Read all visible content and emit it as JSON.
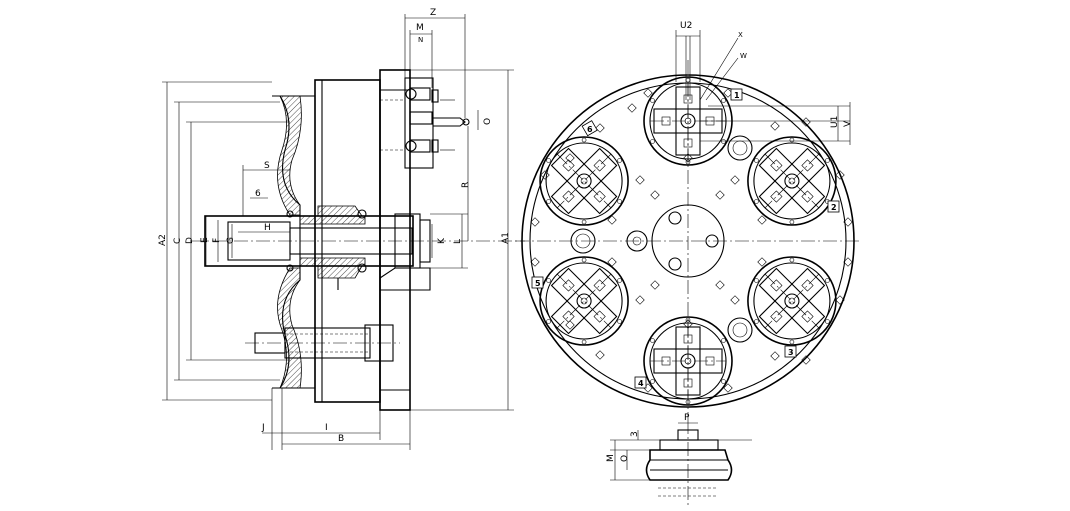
{
  "side_view": {
    "labels": {
      "Z": "Z",
      "M": "M",
      "N": "N",
      "S": "S",
      "six": "6",
      "H": "H",
      "A2": "A2",
      "C": "C",
      "D": "D",
      "E": "E",
      "F": "F",
      "G": "G",
      "K": "K",
      "L": "L",
      "A1": "A1",
      "R": "R",
      "J": "J",
      "I": "I",
      "B": "B",
      "O": "O"
    }
  },
  "front_view": {
    "labels": {
      "U2": "U2",
      "X": "X",
      "W": "W",
      "U1": "U1",
      "V": "V"
    },
    "station_numbers": [
      "1",
      "2",
      "3",
      "4",
      "5",
      "6"
    ]
  },
  "detail_view": {
    "labels": {
      "P": "P",
      "three": "3",
      "M": "M",
      "O": "O"
    }
  }
}
